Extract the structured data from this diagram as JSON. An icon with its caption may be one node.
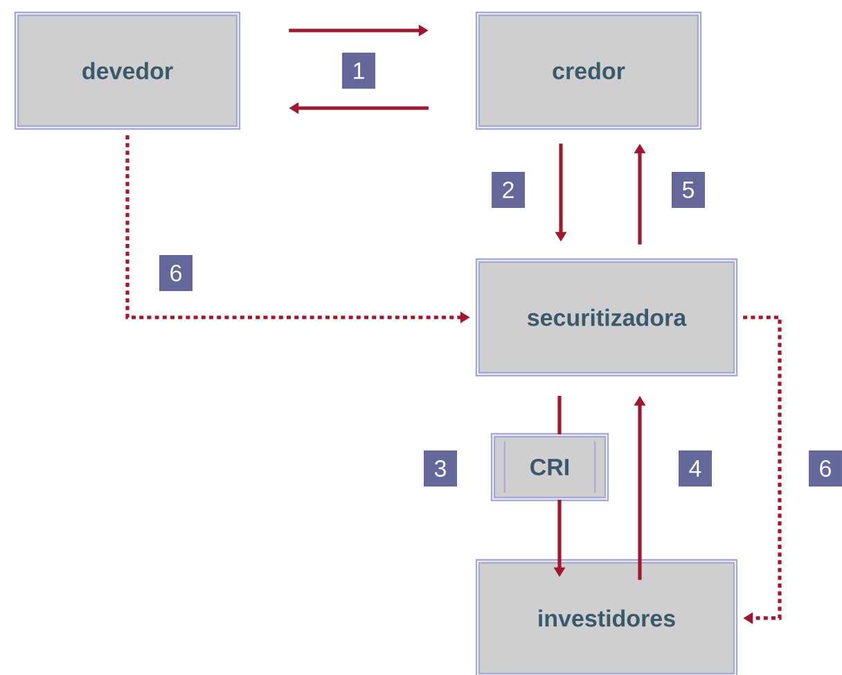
{
  "diagram": {
    "nodes": [
      {
        "text": [
          "devedor"
        ]
      },
      {
        "text": [
          "credor"
        ]
      },
      {
        "text": [
          "securitizadora"
        ]
      },
      {
        "text": [
          "investidores"
        ]
      },
      {
        "text": [
          "CRI"
        ]
      }
    ],
    "edges": [
      {
        "from": 0,
        "to": 1,
        "arrow": "to",
        "label": "1"
      },
      {
        "from": 1,
        "to": 0,
        "arrow": "to"
      },
      {
        "from": 1,
        "to": 2,
        "arrow": "to",
        "label": "2"
      },
      {
        "from": 2,
        "to": 1,
        "arrow": "to",
        "label": "5"
      },
      {
        "from": 2,
        "to": 4,
        "arrow": "none",
        "label": "3"
      },
      {
        "from": 4,
        "to": 3,
        "arrow": "to"
      },
      {
        "from": 3,
        "to": 2,
        "arrow": "to",
        "label": "4"
      },
      {
        "from": 0,
        "to": 2,
        "arrow": "to",
        "style": "dashed",
        "label": "6"
      },
      {
        "from": 2,
        "to": 3,
        "arrow": "to",
        "style": "dashed",
        "label": "6"
      }
    ]
  }
}
